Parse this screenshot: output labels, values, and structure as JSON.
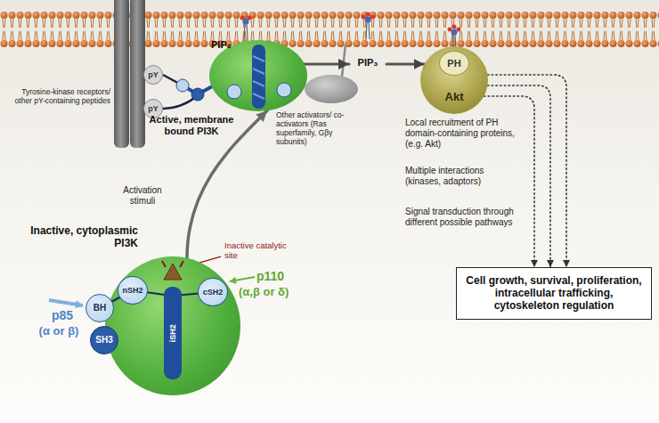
{
  "diagram": {
    "nodes": [
      {
        "text": [
          "pY"
        ]
      },
      {
        "text": [
          "pY"
        ]
      },
      {
        "text": [
          "PIP₂"
        ]
      },
      {
        "text": [
          "PIP₃"
        ]
      },
      {
        "text": [
          "Akt"
        ]
      },
      {
        "text": [
          "PH"
        ],
        "in": 4
      },
      {
        "text": [
          "Cell growth, survival, proliferation, intracellular trafficking, cytoskeleton regulation"
        ]
      },
      {
        "text": [
          "p110",
          "(α,β or δ)"
        ]
      },
      {
        "text": [
          "nSH2"
        ],
        "in": 7
      },
      {
        "text": [
          "iSH2"
        ],
        "in": 7
      },
      {
        "text": [
          "cSH2"
        ],
        "in": 7
      },
      {
        "text": [
          "BH"
        ]
      },
      {
        "text": [
          "SH3"
        ]
      }
    ],
    "edges": [
      {
        "from": 7,
        "to": 2,
        "arrow": "to"
      },
      {
        "from": 2,
        "to": 3,
        "arrow": "to"
      },
      {
        "from": 3,
        "to": 4,
        "arrow": "to"
      },
      {
        "from": 4,
        "to": 6,
        "arrow": "to"
      },
      {
        "from": 4,
        "to": 6,
        "arrow": "to"
      },
      {
        "from": 4,
        "to": 6,
        "arrow": "to"
      }
    ],
    "labels": [
      "Tyrosine-kinase receptors/ other pY-containing peptides",
      "Active, membrane bound PI3K",
      "Other activators/ co-activators (Ras superfamily, Gβγ subunits)",
      "Local recruitment of PH domain-containing proteins, (e.g. Akt)",
      "Multiple interactions (kinases, adaptors)",
      "Signal transduction through different possible pathways",
      "Activation stimuli",
      "Inactive, cytoplasmic PI3K",
      "Inactive catalytic site",
      "p85",
      "(α or β)"
    ]
  }
}
